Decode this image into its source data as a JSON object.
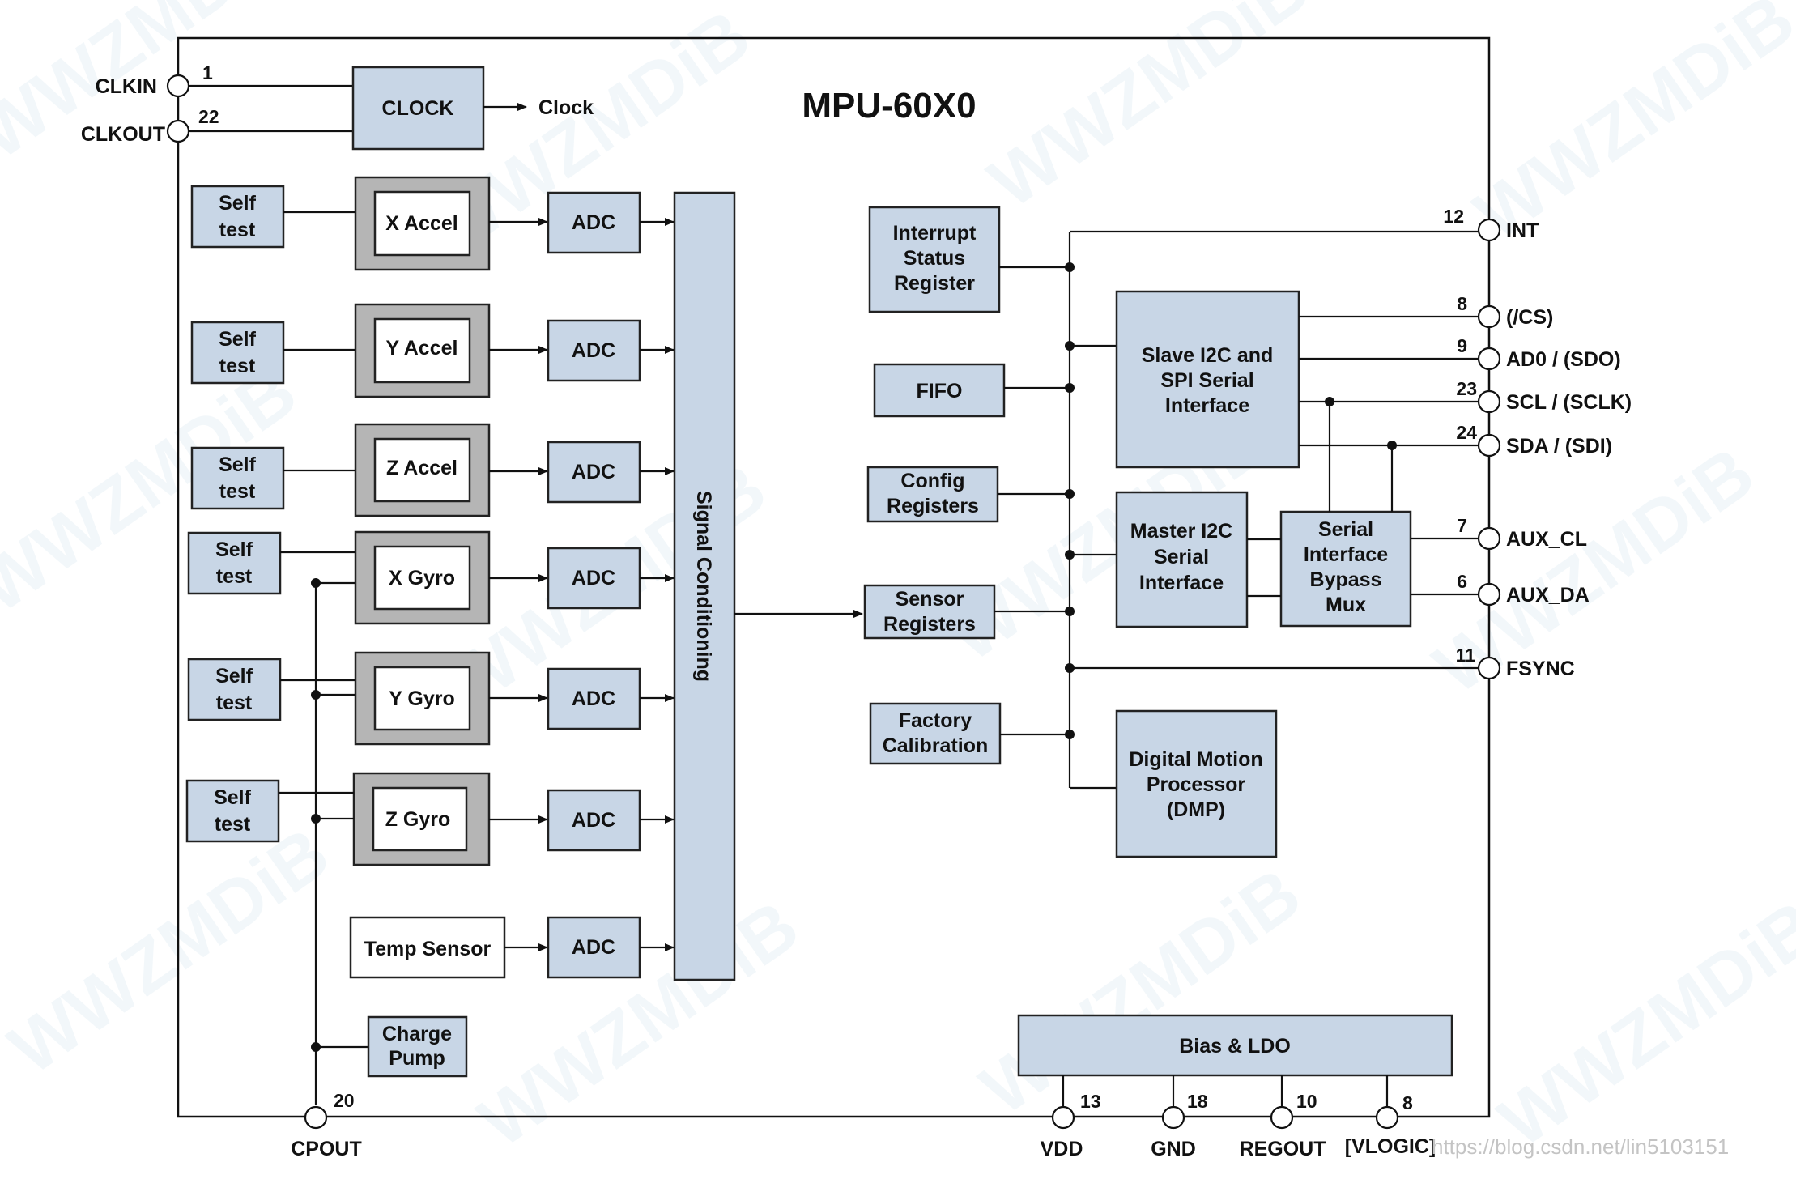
{
  "title": "MPU-60X0",
  "watermark": "WWZMDiB",
  "source_url": "https://blog.csdn.net/lin5103151",
  "blocks": {
    "clock": "CLOCK",
    "clock_out": "Clock",
    "self_test": [
      "Self",
      "test"
    ],
    "x_accel": "X Accel",
    "y_accel": "Y Accel",
    "z_accel": "Z Accel",
    "x_gyro": "X Gyro",
    "y_gyro": "Y Gyro",
    "z_gyro": "Z Gyro",
    "adc": "ADC",
    "temp_sensor": "Temp Sensor",
    "charge_pump": [
      "Charge",
      "Pump"
    ],
    "signal_conditioning": "Signal Conditioning",
    "interrupt_status": [
      "Interrupt",
      "Status",
      "Register"
    ],
    "fifo": "FIFO",
    "config": [
      "Config",
      "Registers"
    ],
    "sensor_registers": [
      "Sensor",
      "Registers"
    ],
    "factory_calibration": [
      "Factory",
      "Calibration"
    ],
    "slave_i2c": [
      "Slave I2C and",
      "SPI Serial",
      "Interface"
    ],
    "master_i2c": [
      "Master I2C",
      "Serial",
      "Interface"
    ],
    "bypass_mux": [
      "Serial",
      "Interface",
      "Bypass",
      "Mux"
    ],
    "dmp": [
      "Digital Motion",
      "Processor",
      "(DMP)"
    ],
    "bias_ldo": "Bias & LDO"
  },
  "pins": {
    "clkin": {
      "label": "CLKIN",
      "num": "1"
    },
    "clkout": {
      "label": "CLKOUT",
      "num": "22"
    },
    "int": {
      "label": "INT",
      "num": "12"
    },
    "cs": {
      "label": "(/CS)",
      "num": "8"
    },
    "ad0": {
      "label": "AD0 / (SDO)",
      "num": "9"
    },
    "scl": {
      "label": "SCL / (SCLK)",
      "num": "23"
    },
    "sda": {
      "label": "SDA / (SDI)",
      "num": "24"
    },
    "aux_cl": {
      "label": "AUX_CL",
      "num": "7"
    },
    "aux_da": {
      "label": "AUX_DA",
      "num": "6"
    },
    "fsync": {
      "label": "FSYNC",
      "num": "11"
    },
    "cpout": {
      "label": "CPOUT",
      "num": "20"
    },
    "vdd": {
      "label": "VDD",
      "num": "13"
    },
    "gnd": {
      "label": "GND",
      "num": "18"
    },
    "regout": {
      "label": "REGOUT",
      "num": "10"
    },
    "vlogic": {
      "label": "[VLOGIC]",
      "num": "8"
    }
  }
}
